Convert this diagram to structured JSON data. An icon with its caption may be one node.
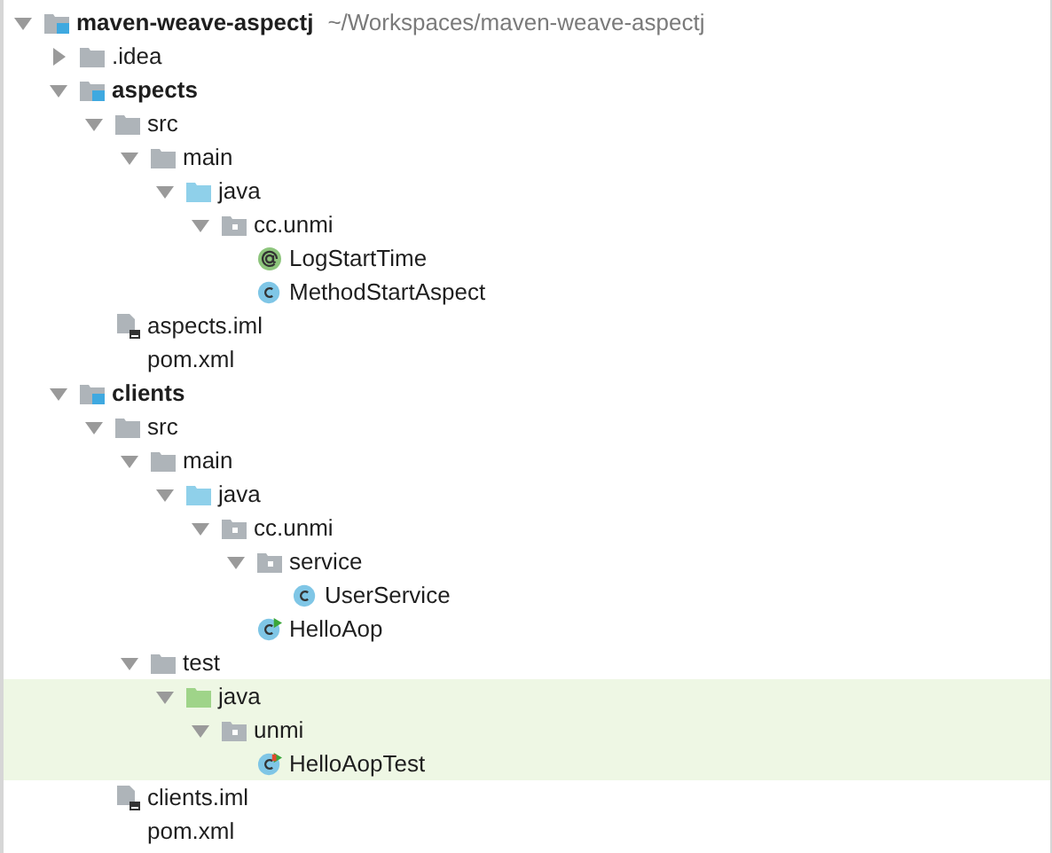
{
  "diagram": {
    "labels": [
      "maven-weave-aspectj",
      "~/Workspaces/maven-weave-aspectj",
      ".idea",
      "aspects",
      "src",
      "main",
      "java",
      "cc.unmi",
      "LogStartTime",
      "MethodStartAspect",
      "aspects.iml",
      "pom.xml",
      "clients",
      "src",
      "main",
      "java",
      "cc.unmi",
      "service",
      "UserService",
      "HelloAop",
      "test",
      "java",
      "unmi",
      "HelloAopTest",
      "clients.iml",
      "pom.xml"
    ]
  }
}
